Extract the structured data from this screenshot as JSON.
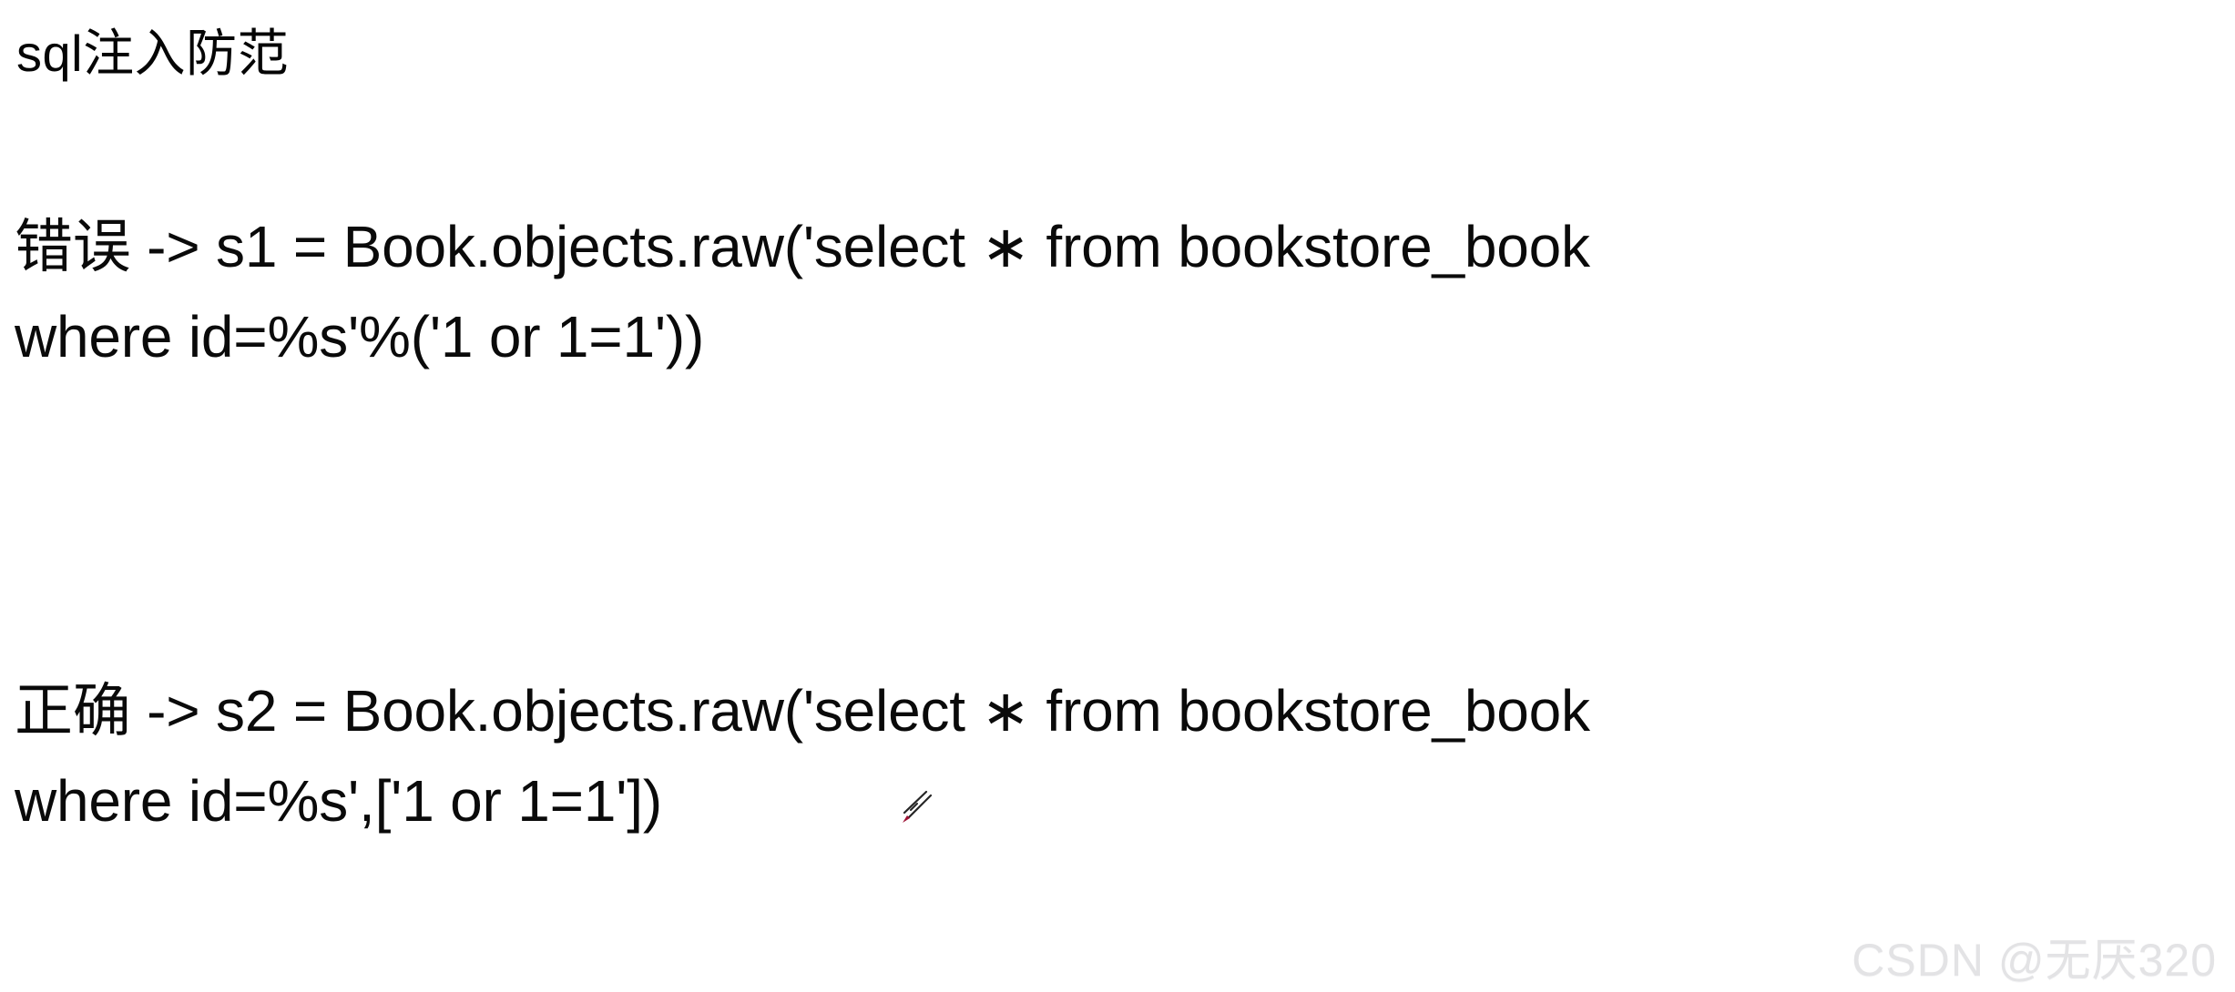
{
  "slide": {
    "background_color": "#ffffff",
    "text_color": "#0a0a0a",
    "title": "sql注入防范"
  },
  "blocks": [
    {
      "id": "wrong-example",
      "label": "错误",
      "lines": [
        "错误 -> s1 = Book.objects.raw('select ∗ from bookstore_book",
        "where id=%s'%('1 or 1=1'))"
      ]
    },
    {
      "id": "correct-example",
      "label": "正确",
      "lines": [
        "正确 -> s2 = Book.objects.raw('select ∗ from bookstore_book",
        "where id=%s',['1 or 1=1'])"
      ]
    }
  ],
  "cursor": {
    "icon": "pen-cursor-icon",
    "tip_color": "#9c1033",
    "body_color": "#1a1a1a"
  },
  "watermark": {
    "text": "CSDN @无厌320",
    "color": "#e3e3e5"
  }
}
